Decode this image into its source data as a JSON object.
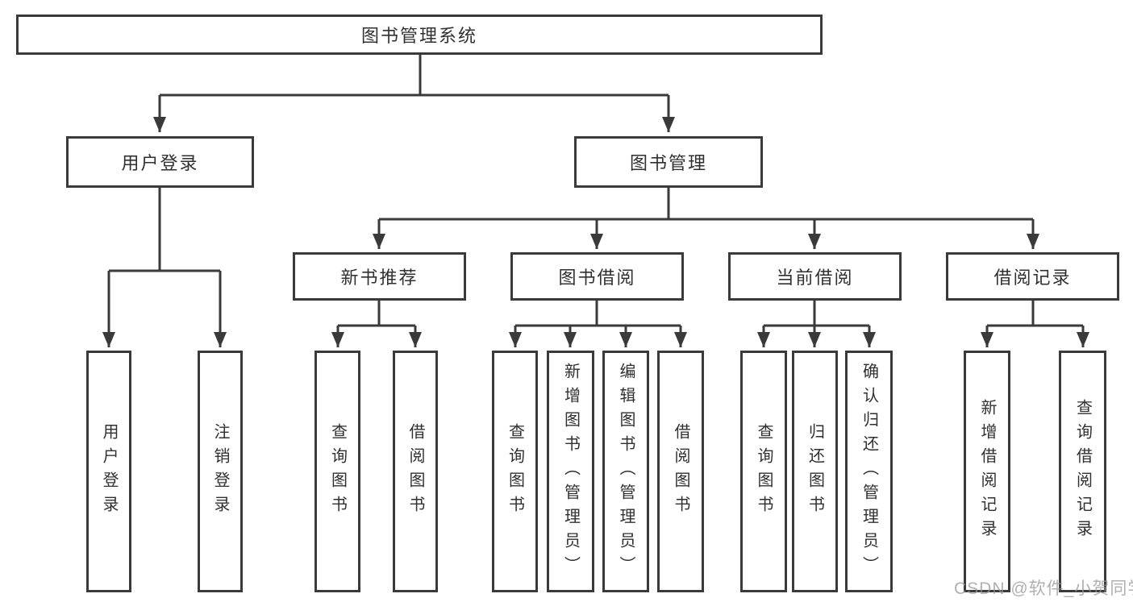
{
  "diagram": {
    "root": "图书管理系统",
    "level2": {
      "userLogin": "用户登录",
      "bookMgmt": "图书管理"
    },
    "level3": {
      "newBooks": "新书推荐",
      "bookBorrow": "图书借阅",
      "currentBorrow": "当前借阅",
      "borrowRecords": "借阅记录"
    },
    "leaves": {
      "userLogin": [
        "用户登录",
        "注销登录"
      ],
      "newBooks": [
        "查询图书",
        "借阅图书"
      ],
      "bookBorrow": [
        "查询图书",
        "新增图书（管理员）",
        "编辑图书（管理员）",
        "借阅图书"
      ],
      "currentBorrow": [
        "查询图书",
        "归还图书",
        "确认归还（管理员）"
      ],
      "borrowRecords": [
        "新增借阅记录",
        "查询借阅记录"
      ]
    }
  },
  "watermark": "CSDN @软件_小贺同学",
  "colors": {
    "line": "#3a3a3a",
    "text": "#303030",
    "watermark": "#b2b2b2",
    "background": "#ffffff"
  }
}
